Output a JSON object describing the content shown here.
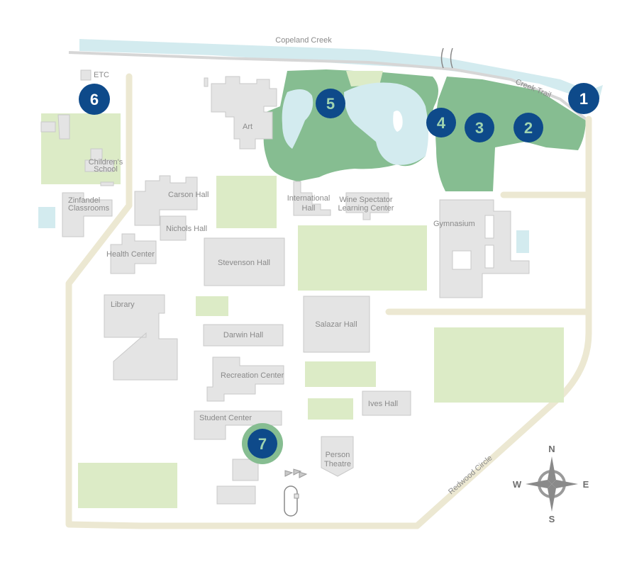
{
  "labels": {
    "creek": "Copeland Creek",
    "creek_trail": "Creek Trail",
    "etc": "ETC",
    "art": "Art",
    "childrens_school_1": "Children's",
    "childrens_school_2": "School",
    "carson_hall": "Carson Hall",
    "zinfandel_1": "Zinfandel",
    "zinfandel_2": "Classrooms",
    "nichols_hall": "Nichols Hall",
    "health_center": "Health Center",
    "international_hall_1": "International",
    "international_hall_2": "Hall",
    "wine_spectator_1": "Wine Spectator",
    "wine_spectator_2": "Learning Center",
    "gymnasium": "Gymnasium",
    "stevenson_hall": "Stevenson Hall",
    "library": "Library",
    "salazar_hall": "Salazar Hall",
    "darwin_hall": "Darwin Hall",
    "recreation_center": "Recreation Center",
    "ives_hall": "Ives Hall",
    "student_center": "Student Center",
    "person_theatre_1": "Person",
    "person_theatre_2": "Theatre",
    "redwood_circle": "Redwood Circle"
  },
  "markers": [
    "1",
    "2",
    "3",
    "4",
    "5",
    "6",
    "7"
  ],
  "compass": {
    "n": "N",
    "s": "S",
    "e": "E",
    "w": "W"
  },
  "colors": {
    "marker": "#0e4a8a",
    "preserve": "#86bd91",
    "field": "#dcebc6",
    "water": "#d3ebef",
    "building": "#e4e4e4"
  }
}
